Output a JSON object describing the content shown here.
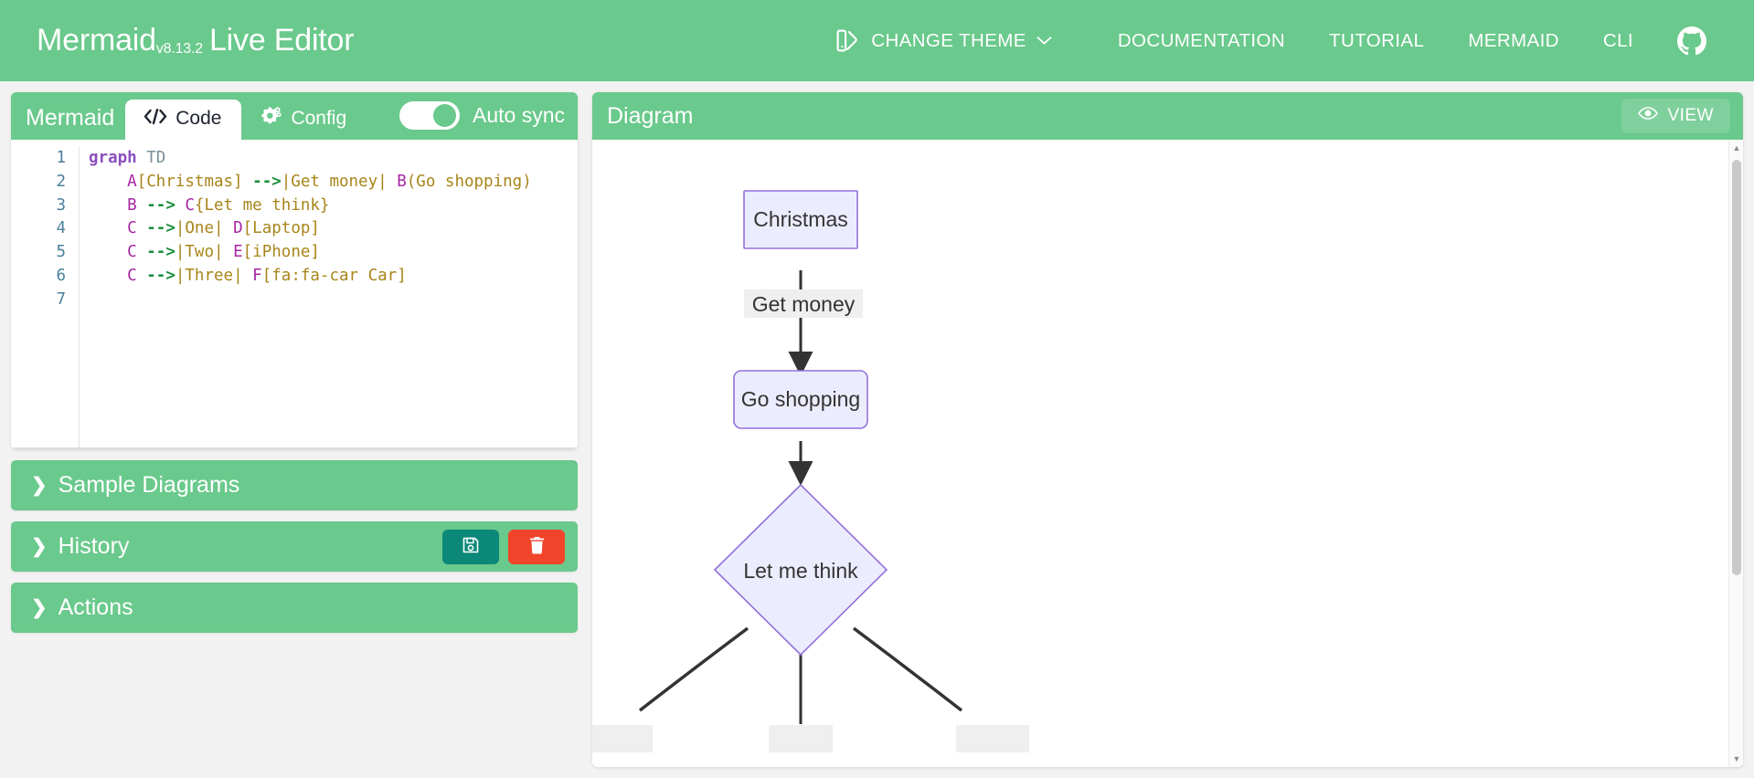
{
  "navbar": {
    "brand_name": "Mermaid",
    "brand_version": "v8.13.2",
    "brand_suffix": "Live Editor",
    "links": [
      {
        "label": "CHANGE THEME",
        "icon": "theme-swatch-icon",
        "caret": "⌄"
      },
      {
        "label": "DOCUMENTATION",
        "icon": ""
      },
      {
        "label": "TUTORIAL",
        "icon": ""
      },
      {
        "label": "MERMAID",
        "icon": ""
      },
      {
        "label": "CLI",
        "icon": ""
      },
      {
        "label": "",
        "icon": "github-icon"
      }
    ],
    "background_color": "#6ac98c"
  },
  "editor": {
    "panel_title": "Mermaid",
    "tabs": [
      {
        "label": "Code",
        "icon": "code-brackets-icon",
        "active": true
      },
      {
        "label": "Config",
        "icon": "cogs-icon",
        "active": false
      }
    ],
    "autosync": {
      "label": "Auto sync",
      "enabled": true
    },
    "line_numbers": [
      "1",
      "2",
      "3",
      "4",
      "5",
      "6",
      "7"
    ],
    "code_lines": [
      [
        {
          "t": "graph",
          "c": "tk-kw"
        },
        {
          "t": " ",
          "c": ""
        },
        {
          "t": "TD",
          "c": "tk-dir"
        }
      ],
      [
        {
          "t": "    ",
          "c": ""
        },
        {
          "t": "A",
          "c": "tk-id"
        },
        {
          "t": "[Christmas]",
          "c": "tk-str"
        },
        {
          "t": " ",
          "c": ""
        },
        {
          "t": "-->",
          "c": "tk-arr"
        },
        {
          "t": "|Get money|",
          "c": "tk-str"
        },
        {
          "t": " ",
          "c": ""
        },
        {
          "t": "B",
          "c": "tk-id"
        },
        {
          "t": "(Go shopping)",
          "c": "tk-str"
        }
      ],
      [
        {
          "t": "    ",
          "c": ""
        },
        {
          "t": "B",
          "c": "tk-id"
        },
        {
          "t": " ",
          "c": ""
        },
        {
          "t": "-->",
          "c": "tk-arr"
        },
        {
          "t": " ",
          "c": ""
        },
        {
          "t": "C",
          "c": "tk-id"
        },
        {
          "t": "{Let me think}",
          "c": "tk-str"
        }
      ],
      [
        {
          "t": "    ",
          "c": ""
        },
        {
          "t": "C",
          "c": "tk-id"
        },
        {
          "t": " ",
          "c": ""
        },
        {
          "t": "-->",
          "c": "tk-arr"
        },
        {
          "t": "|One|",
          "c": "tk-str"
        },
        {
          "t": " ",
          "c": ""
        },
        {
          "t": "D",
          "c": "tk-id"
        },
        {
          "t": "[Laptop]",
          "c": "tk-str"
        }
      ],
      [
        {
          "t": "    ",
          "c": ""
        },
        {
          "t": "C",
          "c": "tk-id"
        },
        {
          "t": " ",
          "c": ""
        },
        {
          "t": "-->",
          "c": "tk-arr"
        },
        {
          "t": "|Two|",
          "c": "tk-str"
        },
        {
          "t": " ",
          "c": ""
        },
        {
          "t": "E",
          "c": "tk-id"
        },
        {
          "t": "[iPhone]",
          "c": "tk-str"
        }
      ],
      [
        {
          "t": "    ",
          "c": ""
        },
        {
          "t": "C",
          "c": "tk-id"
        },
        {
          "t": " ",
          "c": ""
        },
        {
          "t": "-->",
          "c": "tk-arr"
        },
        {
          "t": "|Three|",
          "c": "tk-str"
        },
        {
          "t": " ",
          "c": ""
        },
        {
          "t": "F",
          "c": "tk-id"
        },
        {
          "t": "[fa:fa-car Car]",
          "c": "tk-str"
        }
      ],
      [
        {
          "t": "",
          "c": ""
        }
      ]
    ],
    "code_plain": [
      "graph TD",
      "    A[Christmas] -->|Get money| B(Go shopping)",
      "    B --> C{Let me think}",
      "    C -->|One| D[Laptop]",
      "    C -->|Two| E[iPhone]",
      "    C -->|Three| F[fa:fa-car Car]",
      ""
    ]
  },
  "accordions": [
    {
      "label": "Sample Diagrams",
      "chevron": "❯",
      "buttons": []
    },
    {
      "label": "History",
      "chevron": "❯",
      "buttons": [
        {
          "name": "save-history-button",
          "icon": "floppy-save-icon",
          "color": "#0b8878"
        },
        {
          "name": "delete-history-button",
          "icon": "trash-icon",
          "color": "#f0452b"
        }
      ]
    },
    {
      "label": "Actions",
      "chevron": "❯",
      "buttons": []
    }
  ],
  "diagram": {
    "panel_title": "Diagram",
    "view_button": {
      "label": "VIEW",
      "icon": "eye-icon"
    },
    "node_fill": "#ECECFF",
    "node_stroke": "#9370DB",
    "edge_color": "#333333",
    "nodes": [
      {
        "id": "A",
        "label": "Christmas",
        "shape": "rect"
      },
      {
        "id": "B",
        "label": "Go shopping",
        "shape": "round-rect"
      },
      {
        "id": "C",
        "label": "Let me think",
        "shape": "diamond"
      }
    ],
    "edge_labels": [
      {
        "from": "A",
        "to": "B",
        "label": "Get money"
      }
    ],
    "scroll": {
      "position_pct": 4
    }
  }
}
